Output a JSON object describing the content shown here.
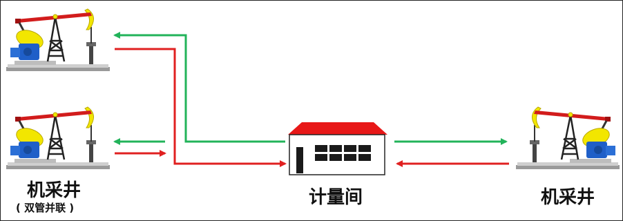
{
  "labels": {
    "left_well": "机采井",
    "left_well_note": "( 双管并联 )",
    "metering_room": "计量间",
    "right_well": "机采井"
  },
  "colors": {
    "supply_line": "#22b35a",
    "return_line": "#e02020",
    "roof": "#e81818",
    "window": "#1a1a1a",
    "pump_yellow": "#f2e600",
    "pump_blue": "#1f5fc8",
    "derrick": "#222222",
    "beam_red": "#d21c1c",
    "base_gray": "#b9b9b9"
  },
  "icons": [
    "pump-jack-icon",
    "metering-house-icon",
    "arrow-icon"
  ]
}
